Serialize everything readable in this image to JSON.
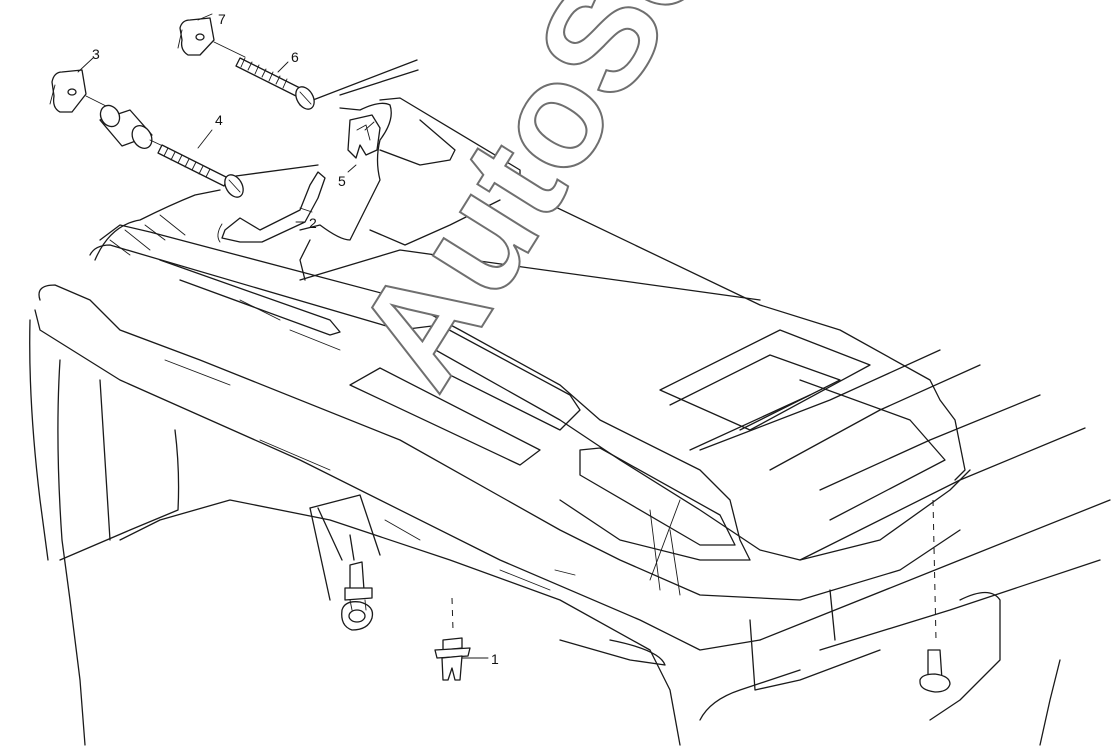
{
  "diagram": {
    "watermark": "AutoSoft",
    "callouts": [
      {
        "id": "1",
        "label": "1"
      },
      {
        "id": "2",
        "label": "2"
      },
      {
        "id": "3",
        "label": "3"
      },
      {
        "id": "4",
        "label": "4"
      },
      {
        "id": "5",
        "label": "5"
      },
      {
        "id": "6",
        "label": "6"
      },
      {
        "id": "7",
        "label": "7"
      }
    ]
  }
}
